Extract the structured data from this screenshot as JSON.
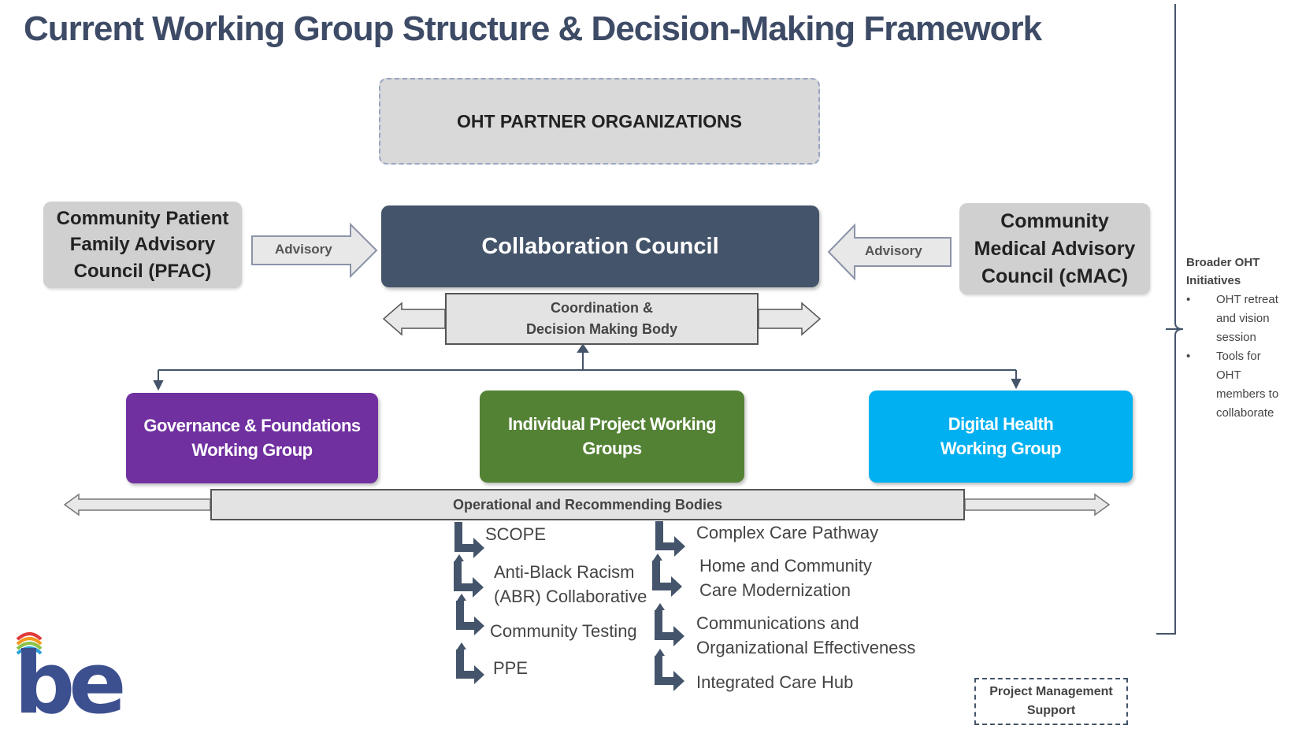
{
  "title": "Current Working Group Structure & Decision-Making Framework",
  "partner_orgs": "OHT PARTNER ORGANIZATIONS",
  "collaboration_council": "Collaboration Council",
  "pfac": {
    "line1": "Community Patient",
    "line2": "Family Advisory",
    "line3": "Council (PFAC)"
  },
  "cmac": {
    "line1": "Community",
    "line2": "Medical Advisory",
    "line3": "Council (cMAC)"
  },
  "advisory_left": "Advisory",
  "advisory_right": "Advisory",
  "coordination": {
    "line1": "Coordination &",
    "line2": "Decision Making Body"
  },
  "working_groups": {
    "governance": {
      "line1": "Governance & Foundations",
      "line2": "Working Group",
      "color": "#7030a0"
    },
    "individual": {
      "line1": "Individual Project Working",
      "line2": "Groups",
      "color": "#548235"
    },
    "digital": {
      "line1": "Digital Health",
      "line2": "Working Group",
      "color": "#00b0f0"
    }
  },
  "operational": "Operational and Recommending Bodies",
  "left_items": {
    "scope": "SCOPE",
    "abr_line1": "Anti-Black Racism",
    "abr_line2": "(ABR) Collaborative",
    "community_testing": "Community Testing",
    "ppe": "PPE"
  },
  "right_items": {
    "complex_care": "Complex Care Pathway",
    "home_line1": "Home and Community",
    "home_line2": "Care Modernization",
    "comm_line1": "Communications and",
    "comm_line2": "Organizational Effectiveness",
    "integrated": "Integrated Care Hub"
  },
  "side_notes": {
    "heading_line1": "Broader OHT",
    "heading_line2": "Initiatives",
    "bullet1_lines": [
      "OHT retreat",
      "and vision",
      "session"
    ],
    "bullet2_lines": [
      "Tools for",
      "OHT",
      "members to",
      "collaborate"
    ]
  },
  "project_management": {
    "line1": "Project Management",
    "line2": "Support"
  },
  "logo_text": "be",
  "colors": {
    "title": "#3d4b66",
    "council": "#44546a",
    "bent_arrow": "#44546a"
  }
}
